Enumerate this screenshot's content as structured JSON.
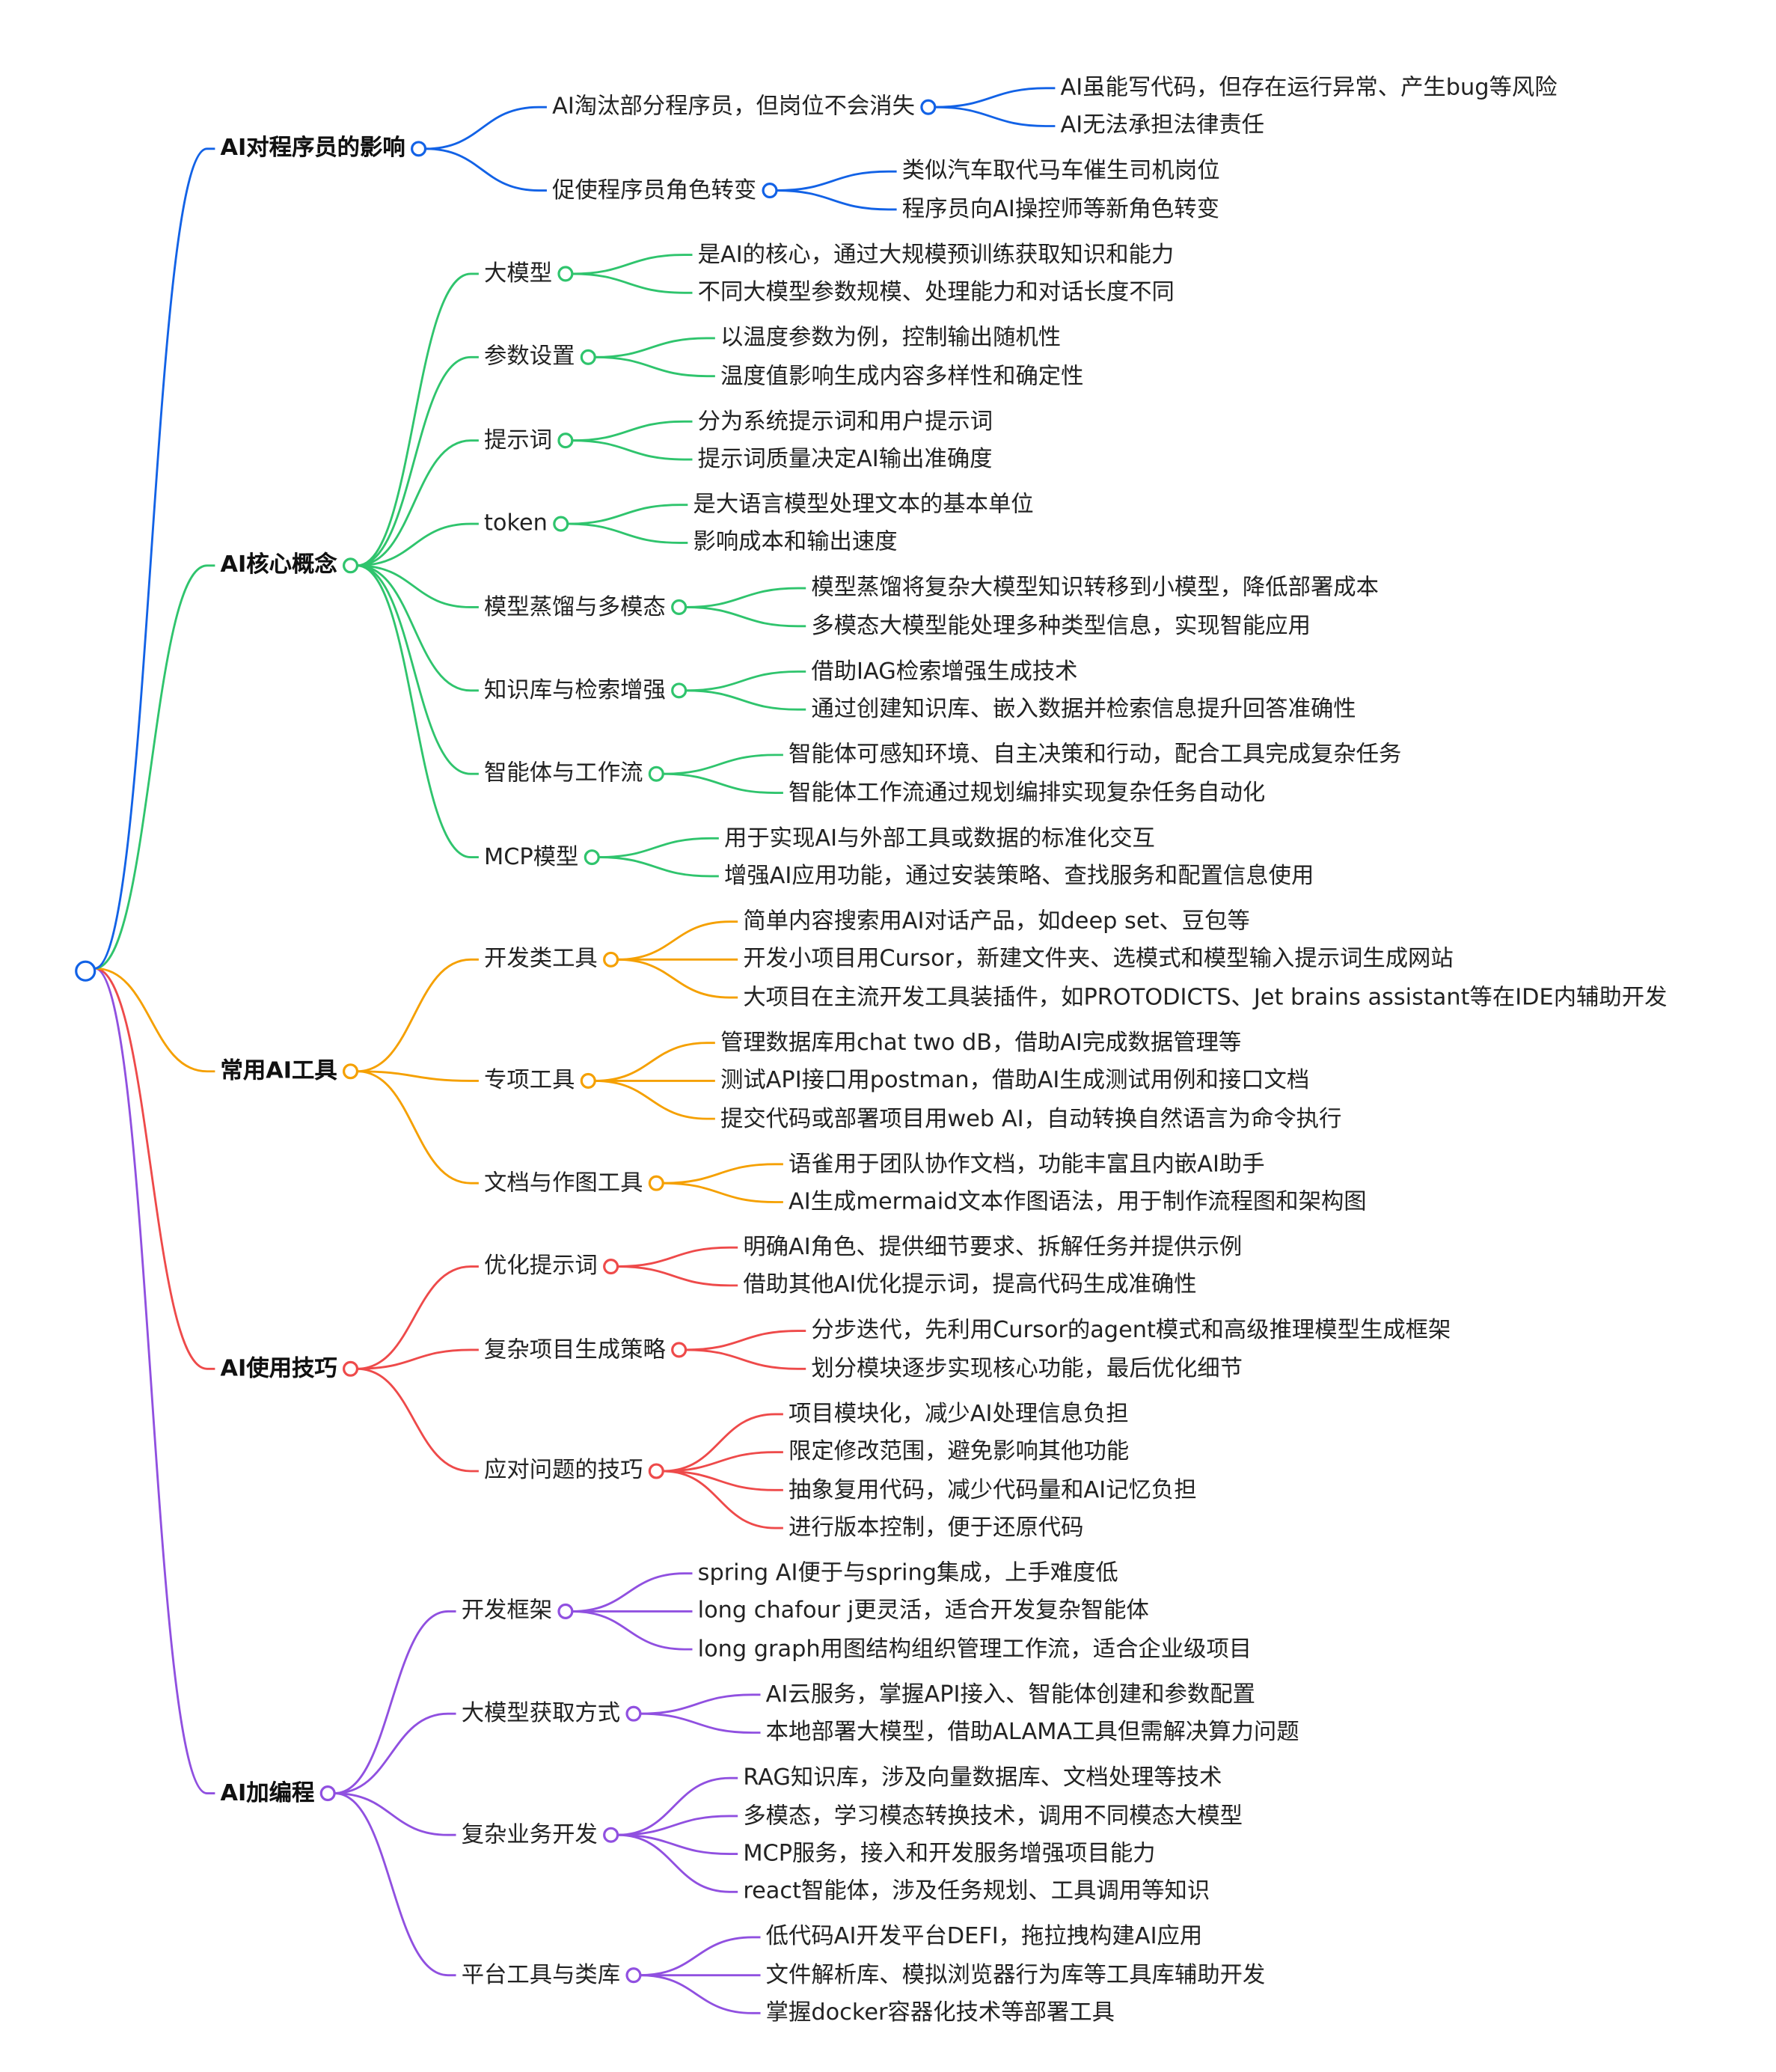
{
  "root": {
    "text": ""
  },
  "colors": [
    "#1262e6",
    "#2fc46d",
    "#f5a000",
    "#ee4a4a",
    "#9050e0"
  ],
  "branches": [
    {
      "text": "AI对程序员的影响",
      "children": [
        {
          "text": "AI淘汰部分程序员，但岗位不会消失",
          "children": [
            "AI虽能写代码，但存在运行异常、产生bug等风险",
            "AI无法承担法律责任"
          ]
        },
        {
          "text": "促使程序员角色转变",
          "children": [
            "类似汽车取代马车催生司机岗位",
            "程序员向AI操控师等新角色转变"
          ]
        }
      ]
    },
    {
      "text": "AI核心概念",
      "children": [
        {
          "text": "大模型",
          "children": [
            "是AI的核心，通过大规模预训练获取知识和能力",
            "不同大模型参数规模、处理能力和对话长度不同"
          ]
        },
        {
          "text": "参数设置",
          "children": [
            "以温度参数为例，控制输出随机性",
            "温度值影响生成内容多样性和确定性"
          ]
        },
        {
          "text": "提示词",
          "children": [
            "分为系统提示词和用户提示词",
            "提示词质量决定AI输出准确度"
          ]
        },
        {
          "text": "token",
          "children": [
            "是大语言模型处理文本的基本单位",
            "影响成本和输出速度"
          ]
        },
        {
          "text": "模型蒸馏与多模态",
          "children": [
            "模型蒸馏将复杂大模型知识转移到小模型，降低部署成本",
            "多模态大模型能处理多种类型信息，实现智能应用"
          ]
        },
        {
          "text": "知识库与检索增强",
          "children": [
            "借助IAG检索增强生成技术",
            "通过创建知识库、嵌入数据并检索信息提升回答准确性"
          ]
        },
        {
          "text": "智能体与工作流",
          "children": [
            "智能体可感知环境、自主决策和行动，配合工具完成复杂任务",
            "智能体工作流通过规划编排实现复杂任务自动化"
          ]
        },
        {
          "text": "MCP模型",
          "children": [
            "用于实现AI与外部工具或数据的标准化交互",
            "增强AI应用功能，通过安装策略、查找服务和配置信息使用"
          ]
        }
      ]
    },
    {
      "text": "常用AI工具",
      "children": [
        {
          "text": "开发类工具",
          "children": [
            "简单内容搜索用AI对话产品，如deep set、豆包等",
            "开发小项目用Cursor，新建文件夹、选模式和模型输入提示词生成网站",
            "大项目在主流开发工具装插件，如PROTODICTS、Jet brains assistant等在IDE内辅助开发"
          ]
        },
        {
          "text": "专项工具",
          "children": [
            "管理数据库用chat two dB，借助AI完成数据管理等",
            "测试API接口用postman，借助AI生成测试用例和接口文档",
            "提交代码或部署项目用web AI，自动转换自然语言为命令执行"
          ]
        },
        {
          "text": "文档与作图工具",
          "children": [
            "语雀用于团队协作文档，功能丰富且内嵌AI助手",
            "AI生成mermaid文本作图语法，用于制作流程图和架构图"
          ]
        }
      ]
    },
    {
      "text": "AI使用技巧",
      "children": [
        {
          "text": "优化提示词",
          "children": [
            "明确AI角色、提供细节要求、拆解任务并提供示例",
            "借助其他AI优化提示词，提高代码生成准确性"
          ]
        },
        {
          "text": "复杂项目生成策略",
          "children": [
            "分步迭代，先利用Cursor的agent模式和高级推理模型生成框架",
            "划分模块逐步实现核心功能，最后优化细节"
          ]
        },
        {
          "text": "应对问题的技巧",
          "children": [
            "项目模块化，减少AI处理信息负担",
            "限定修改范围，避免影响其他功能",
            "抽象复用代码，减少代码量和AI记忆负担",
            "进行版本控制，便于还原代码"
          ]
        }
      ]
    },
    {
      "text": "AI加编程",
      "children": [
        {
          "text": "开发框架",
          "children": [
            "spring AI便于与spring集成，上手难度低",
            "long chafour j更灵活，适合开发复杂智能体",
            "long graph用图结构组织管理工作流，适合企业级项目"
          ]
        },
        {
          "text": "大模型获取方式",
          "children": [
            "AI云服务，掌握API接入、智能体创建和参数配置",
            "本地部署大模型，借助ALAMA工具但需解决算力问题"
          ]
        },
        {
          "text": "复杂业务开发",
          "children": [
            "RAG知识库，涉及向量数据库、文档处理等技术",
            "多模态，学习模态转换技术，调用不同模态大模型",
            "MCP服务，接入和开发服务增强项目能力",
            "react智能体，涉及任务规划、工具调用等知识"
          ]
        },
        {
          "text": "平台工具与类库",
          "children": [
            "低代码AI开发平台DEFI，拖拉拽构建AI应用",
            "文件解析库、模拟浏览器行为库等工具库辅助开发",
            "掌握docker容器化技术等部署工具"
          ]
        }
      ]
    }
  ]
}
